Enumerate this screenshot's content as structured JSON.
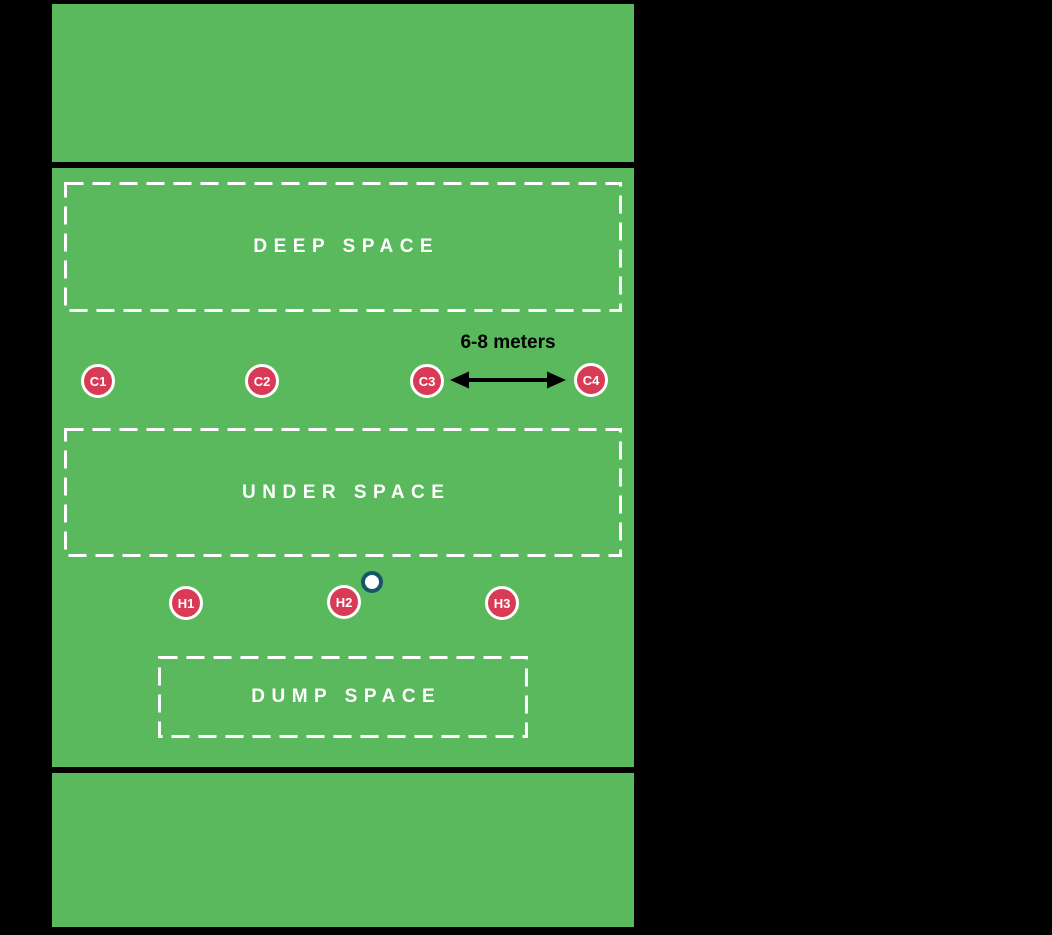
{
  "colors": {
    "background": "#000000",
    "field_green": "#5BB95D",
    "goal_line": "#000000",
    "zone_outline": "#FFFFFF",
    "zone_text": "#FFFFFF",
    "player_fill": "#D93B56",
    "player_ring": "#FFFFFF",
    "player_text": "#FFFFFF",
    "disc_fill": "#FFFFFF",
    "disc_ring": "#16566B",
    "arrow": "#000000",
    "distance_text": "#000000"
  },
  "zones": {
    "deep": {
      "label": "DEEP SPACE"
    },
    "under": {
      "label": "UNDER SPACE"
    },
    "dump": {
      "label": "DUMP SPACE"
    }
  },
  "players": {
    "cutters": [
      {
        "label": "C1"
      },
      {
        "label": "C2"
      },
      {
        "label": "C3"
      },
      {
        "label": "C4"
      }
    ],
    "handlers": [
      {
        "label": "H1"
      },
      {
        "label": "H2"
      },
      {
        "label": "H3"
      }
    ]
  },
  "annotations": {
    "spacing": {
      "label": "6-8 meters"
    }
  },
  "icons": {
    "disc": "circle-marker",
    "spacing_arrow": "double-headed-arrow"
  }
}
